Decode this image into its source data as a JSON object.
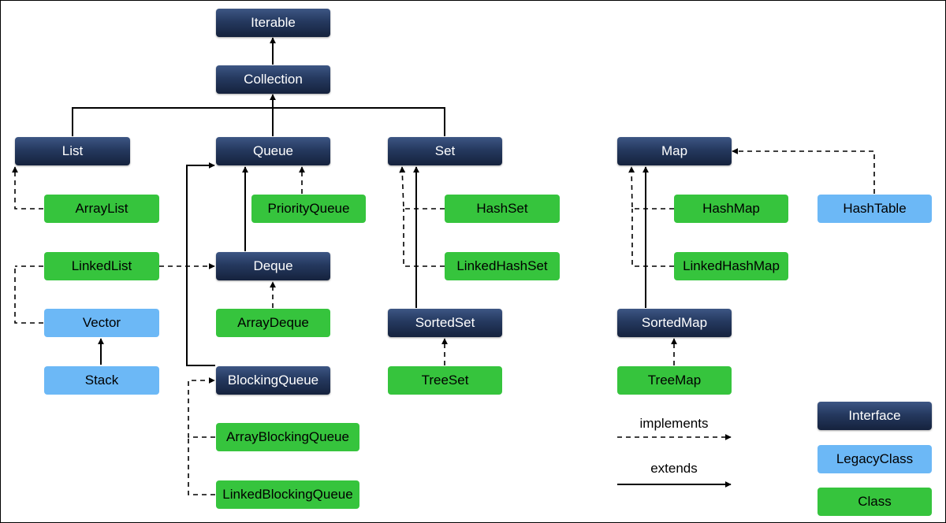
{
  "colors": {
    "interface": "#1e2f52",
    "legacy_class": "#6cb8f6",
    "class": "#36c43d",
    "edge": "#000000"
  },
  "nodes": {
    "iterable": "Iterable",
    "collection": "Collection",
    "list": "List",
    "queue": "Queue",
    "set": "Set",
    "map": "Map",
    "arraylist": "ArrayList",
    "priorityqueue": "PriorityQueue",
    "hashset": "HashSet",
    "hashmap": "HashMap",
    "hashtable": "HashTable",
    "linkedlist": "LinkedList",
    "deque": "Deque",
    "linkedhashset": "LinkedHashSet",
    "linkedhashmap": "LinkedHashMap",
    "vector": "Vector",
    "arraydeque": "ArrayDeque",
    "sortedset": "SortedSet",
    "sortedmap": "SortedMap",
    "stack": "Stack",
    "blockingqueue": "BlockingQueue",
    "treeset": "TreeSet",
    "treemap": "TreeMap",
    "arrayblockingqueue": "ArrayBlockingQueue",
    "linkedblockingqueue": "LinkedBlockingQueue"
  },
  "legend": {
    "implements": "implements",
    "extends": "extends",
    "interface": "Interface",
    "legacy_class": "LegacyClass",
    "class": "Class"
  }
}
